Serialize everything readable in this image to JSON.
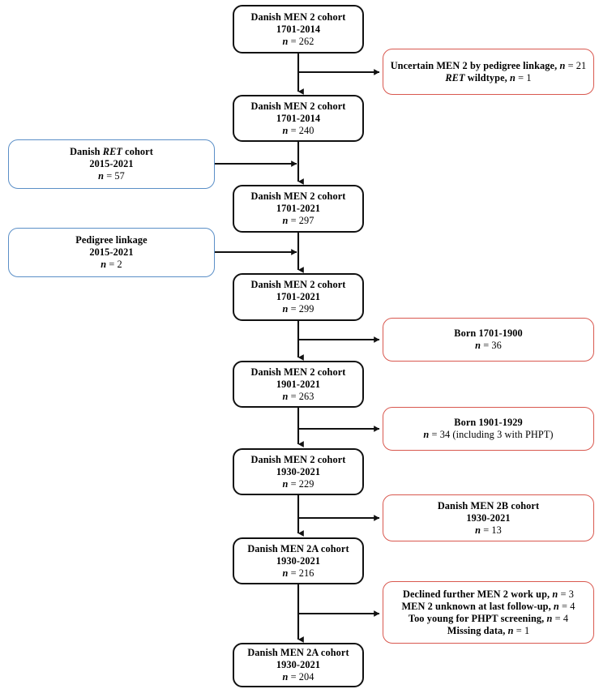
{
  "diagram": {
    "title": "Danish MEN 2 cohort flow diagram",
    "type": "flowchart",
    "colors": {
      "main_border": "#111111",
      "exclusion_border": "#d9584f",
      "addition_border": "#5b8fc7",
      "connector": "#111111",
      "background": "#ffffff"
    },
    "main_nodes": [
      {
        "id": "main-1",
        "line1": "Danish MEN 2 cohort",
        "line2": "1701-2014",
        "n_label": "n",
        "n_value": "= 262"
      },
      {
        "id": "main-2",
        "line1": "Danish MEN 2 cohort",
        "line2": "1701-2014",
        "n_label": "n",
        "n_value": "= 240"
      },
      {
        "id": "main-3",
        "line1": "Danish MEN 2 cohort",
        "line2": "1701-2021",
        "n_label": "n",
        "n_value": "= 297"
      },
      {
        "id": "main-4",
        "line1": "Danish MEN 2 cohort",
        "line2": "1701-2021",
        "n_label": "n",
        "n_value": "= 299"
      },
      {
        "id": "main-5",
        "line1": "Danish MEN 2 cohort",
        "line2": "1901-2021",
        "n_label": "n",
        "n_value": "= 263"
      },
      {
        "id": "main-6",
        "line1": "Danish MEN 2 cohort",
        "line2": "1930-2021",
        "n_label": "n",
        "n_value": "= 229"
      },
      {
        "id": "main-7",
        "line1": "Danish MEN 2A cohort",
        "line2": "1930-2021",
        "n_label": "n",
        "n_value": "= 216"
      },
      {
        "id": "main-8",
        "line1": "Danish MEN 2A cohort",
        "line2": "1930-2021",
        "n_label": "n",
        "n_value": "= 204"
      }
    ],
    "exclusion_nodes": [
      {
        "id": "excl-1",
        "lines": [
          {
            "pre": "Uncertain MEN 2 by pedigree linkage, ",
            "italic": "n",
            "post": " = 21"
          },
          {
            "pre": "",
            "italic": "RET",
            "mid": " wildtype, ",
            "italic2": "n",
            "post": " = 1"
          }
        ]
      },
      {
        "id": "excl-2",
        "lines": [
          {
            "pre": "Born 1701-1900",
            "italic": "",
            "post": ""
          },
          {
            "pre": "",
            "italic": "n",
            "post": " = 36"
          }
        ]
      },
      {
        "id": "excl-3",
        "lines": [
          {
            "pre": "Born 1901-1929",
            "italic": "",
            "post": ""
          },
          {
            "pre": "",
            "italic": "n",
            "post": " = 34 (including 3 with PHPT)"
          }
        ]
      },
      {
        "id": "excl-4",
        "lines": [
          {
            "pre": "Danish MEN 2B cohort",
            "italic": "",
            "post": ""
          },
          {
            "pre": "1930-2021",
            "italic": "",
            "post": ""
          },
          {
            "pre": "",
            "italic": "n",
            "post": " = 13"
          }
        ]
      },
      {
        "id": "excl-5",
        "lines": [
          {
            "pre": "Declined further MEN 2 work up, ",
            "italic": "n",
            "post": " = 3"
          },
          {
            "pre": "MEN 2 unknown at last follow-up, ",
            "italic": "n",
            "post": " = 4"
          },
          {
            "pre": "Too young for PHPT screening, ",
            "italic": "n",
            "post": " = 4"
          },
          {
            "pre": "Missing data, ",
            "italic": "n",
            "post": " = 1"
          }
        ]
      }
    ],
    "addition_nodes": [
      {
        "id": "add-1",
        "pre": "Danish ",
        "italic": "RET",
        "post": " cohort",
        "line2": "2015-2021",
        "n_label": "n",
        "n_value": "= 57"
      },
      {
        "id": "add-2",
        "pre": "Pedigree linkage",
        "italic": "",
        "post": "",
        "line2": "2015-2021",
        "n_label": "n",
        "n_value": "= 2"
      }
    ]
  }
}
